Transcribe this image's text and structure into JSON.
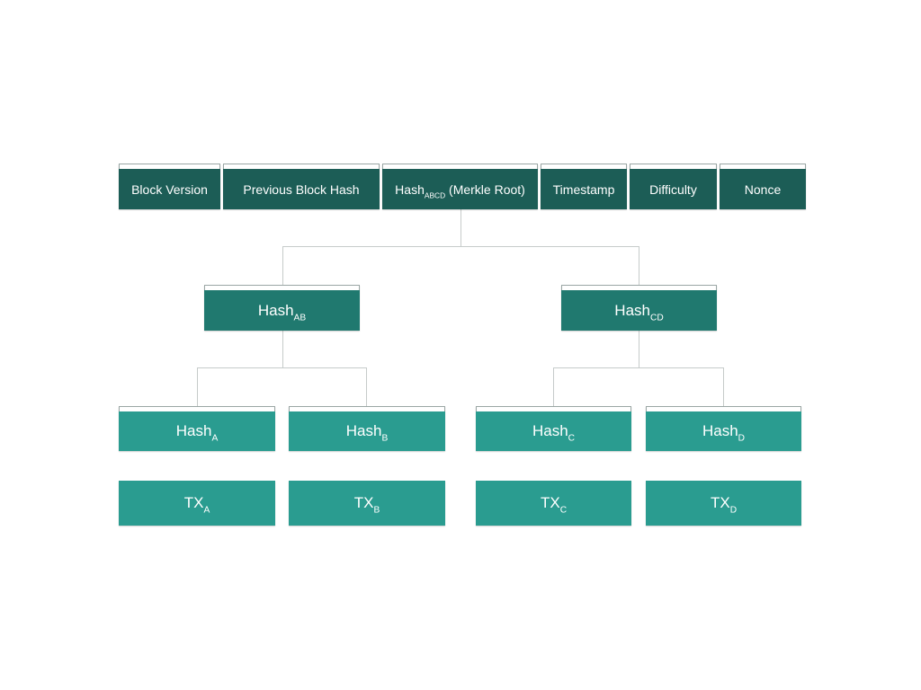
{
  "colors": {
    "header": "#1c5d56",
    "middle": "#20796f",
    "leaf": "#2a9c90",
    "connector": "#c6cbca",
    "text": "#ffffff"
  },
  "header": {
    "block_version": "Block Version",
    "previous_block_hash": "Previous Block Hash",
    "merkle_root": {
      "base": "Hash",
      "sub": "ABCD",
      "suffix": " (Merkle Root)"
    },
    "timestamp": "Timestamp",
    "difficulty": "Difficulty",
    "nonce": "Nonce"
  },
  "tree": {
    "hash_ab": {
      "base": "Hash",
      "sub": "AB"
    },
    "hash_cd": {
      "base": "Hash",
      "sub": "CD"
    },
    "hash_a": {
      "base": "Hash",
      "sub": "A"
    },
    "hash_b": {
      "base": "Hash",
      "sub": "B"
    },
    "hash_c": {
      "base": "Hash",
      "sub": "C"
    },
    "hash_d": {
      "base": "Hash",
      "sub": "D"
    }
  },
  "transactions": {
    "tx_a": {
      "base": "TX",
      "sub": "A"
    },
    "tx_b": {
      "base": "TX",
      "sub": "B"
    },
    "tx_c": {
      "base": "TX",
      "sub": "C"
    },
    "tx_d": {
      "base": "TX",
      "sub": "D"
    }
  }
}
